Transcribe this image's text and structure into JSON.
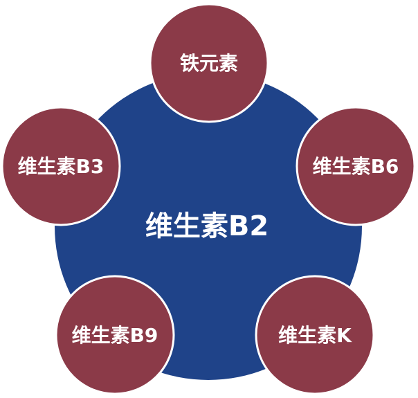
{
  "colors": {
    "center_fill": "#1f4389",
    "satellite_fill": "#8b3a48",
    "circle_stroke": "#ffffff",
    "label_text": "#ffffff"
  },
  "center": {
    "label": "维生素B2"
  },
  "satellites": [
    {
      "label": "铁元素"
    },
    {
      "label": "维生素B6"
    },
    {
      "label": "维生素K"
    },
    {
      "label": "维生素B9"
    },
    {
      "label": "维生素B3"
    }
  ]
}
